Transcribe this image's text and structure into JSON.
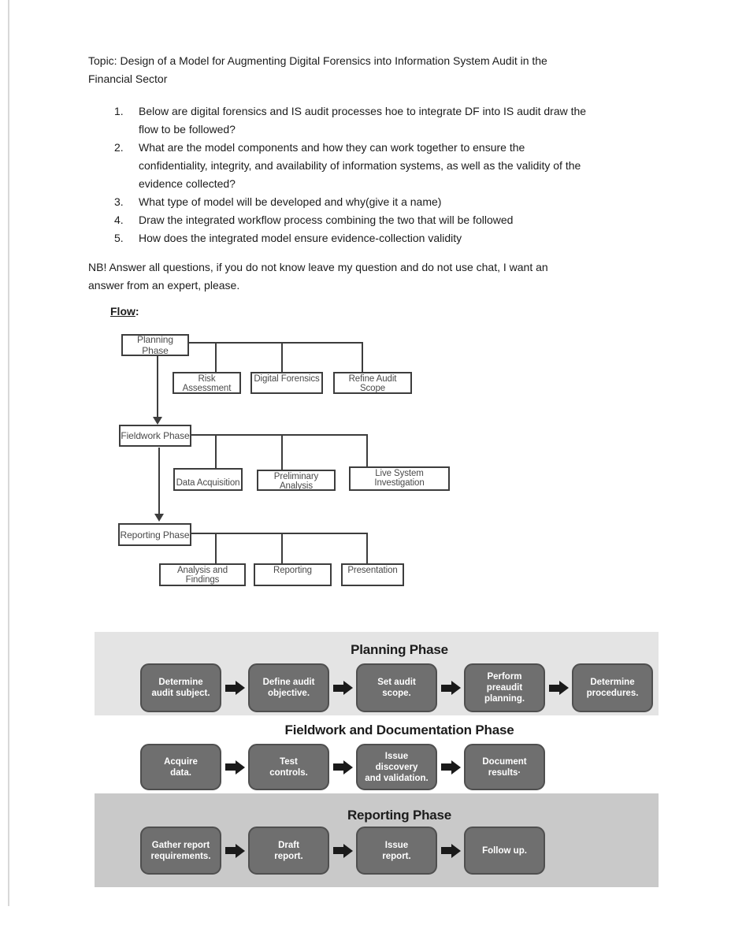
{
  "document": {
    "title": "Topic: Design of a Model for Augmenting Digital Forensics into Information System Audit in the\nFinancial Sector",
    "questions": [
      {
        "num": "1.",
        "text": "Below are digital forensics and IS audit processes hoe to integrate DF into IS audit draw the\nflow to be followed?"
      },
      {
        "num": "2.",
        "text": "What are the model components and how they can work together to ensure the\nconfidentiality, integrity, and availability of information systems, as well as the validity of the\nevidence collected?"
      },
      {
        "num": "3.",
        "text": "What type of model will be developed and why(give it a name)"
      },
      {
        "num": "4.",
        "text": "Draw the integrated workflow process combining the two that will be followed"
      },
      {
        "num": "5.",
        "text": "How does the integrated model ensure evidence-collection validity"
      }
    ],
    "note": "NB! Answer all questions, if you do not know leave my question and do not use chat, I want an\nanswer from an expert, please.",
    "flow_label": "Flow",
    "flow_colon": ":"
  },
  "flowchart": {
    "phases": [
      {
        "label": "Planning Phase",
        "children": [
          "Risk Assessment",
          "Digital Forensics",
          "Refine Audit Scope"
        ]
      },
      {
        "label": "Fieldwork Phase",
        "children": [
          "Data Acquisition",
          "Preliminary Analysis",
          "Live System Investigation"
        ]
      },
      {
        "label": "Reporting Phase",
        "children": [
          "Analysis and Findings",
          "Reporting",
          "Presentation"
        ]
      }
    ]
  },
  "process_sections": [
    {
      "title": "Planning Phase",
      "background": "#e4e4e4",
      "steps": [
        "Determine\naudit subject.",
        "Define audit\nobjective.",
        "Set audit\nscope.",
        "Perform\npreaudit\nplanning.",
        "Determine\nprocedures."
      ]
    },
    {
      "title": "Fieldwork and Documentation Phase",
      "background": "#ffffff",
      "steps": [
        "Acquire\ndata.",
        "Test\ncontrols.",
        "Issue\ndiscovery\nand validation.",
        "Document\nresults·"
      ]
    },
    {
      "title": "Reporting Phase",
      "background": "#c9c9c9",
      "steps": [
        "Gather report\nrequirements.",
        "Draft\nreport.",
        "Issue\nreport.",
        "Follow up."
      ]
    }
  ],
  "colors": {
    "step_box": "#6f6f6f",
    "step_box_border": "#4f4f4f",
    "flowchart_line": "#3d3d3d",
    "arrow": "#1a1a1a",
    "band_planning": "#e4e4e4",
    "band_reporting": "#c9c9c9",
    "page_edge_rule": "#d8d8d8"
  }
}
